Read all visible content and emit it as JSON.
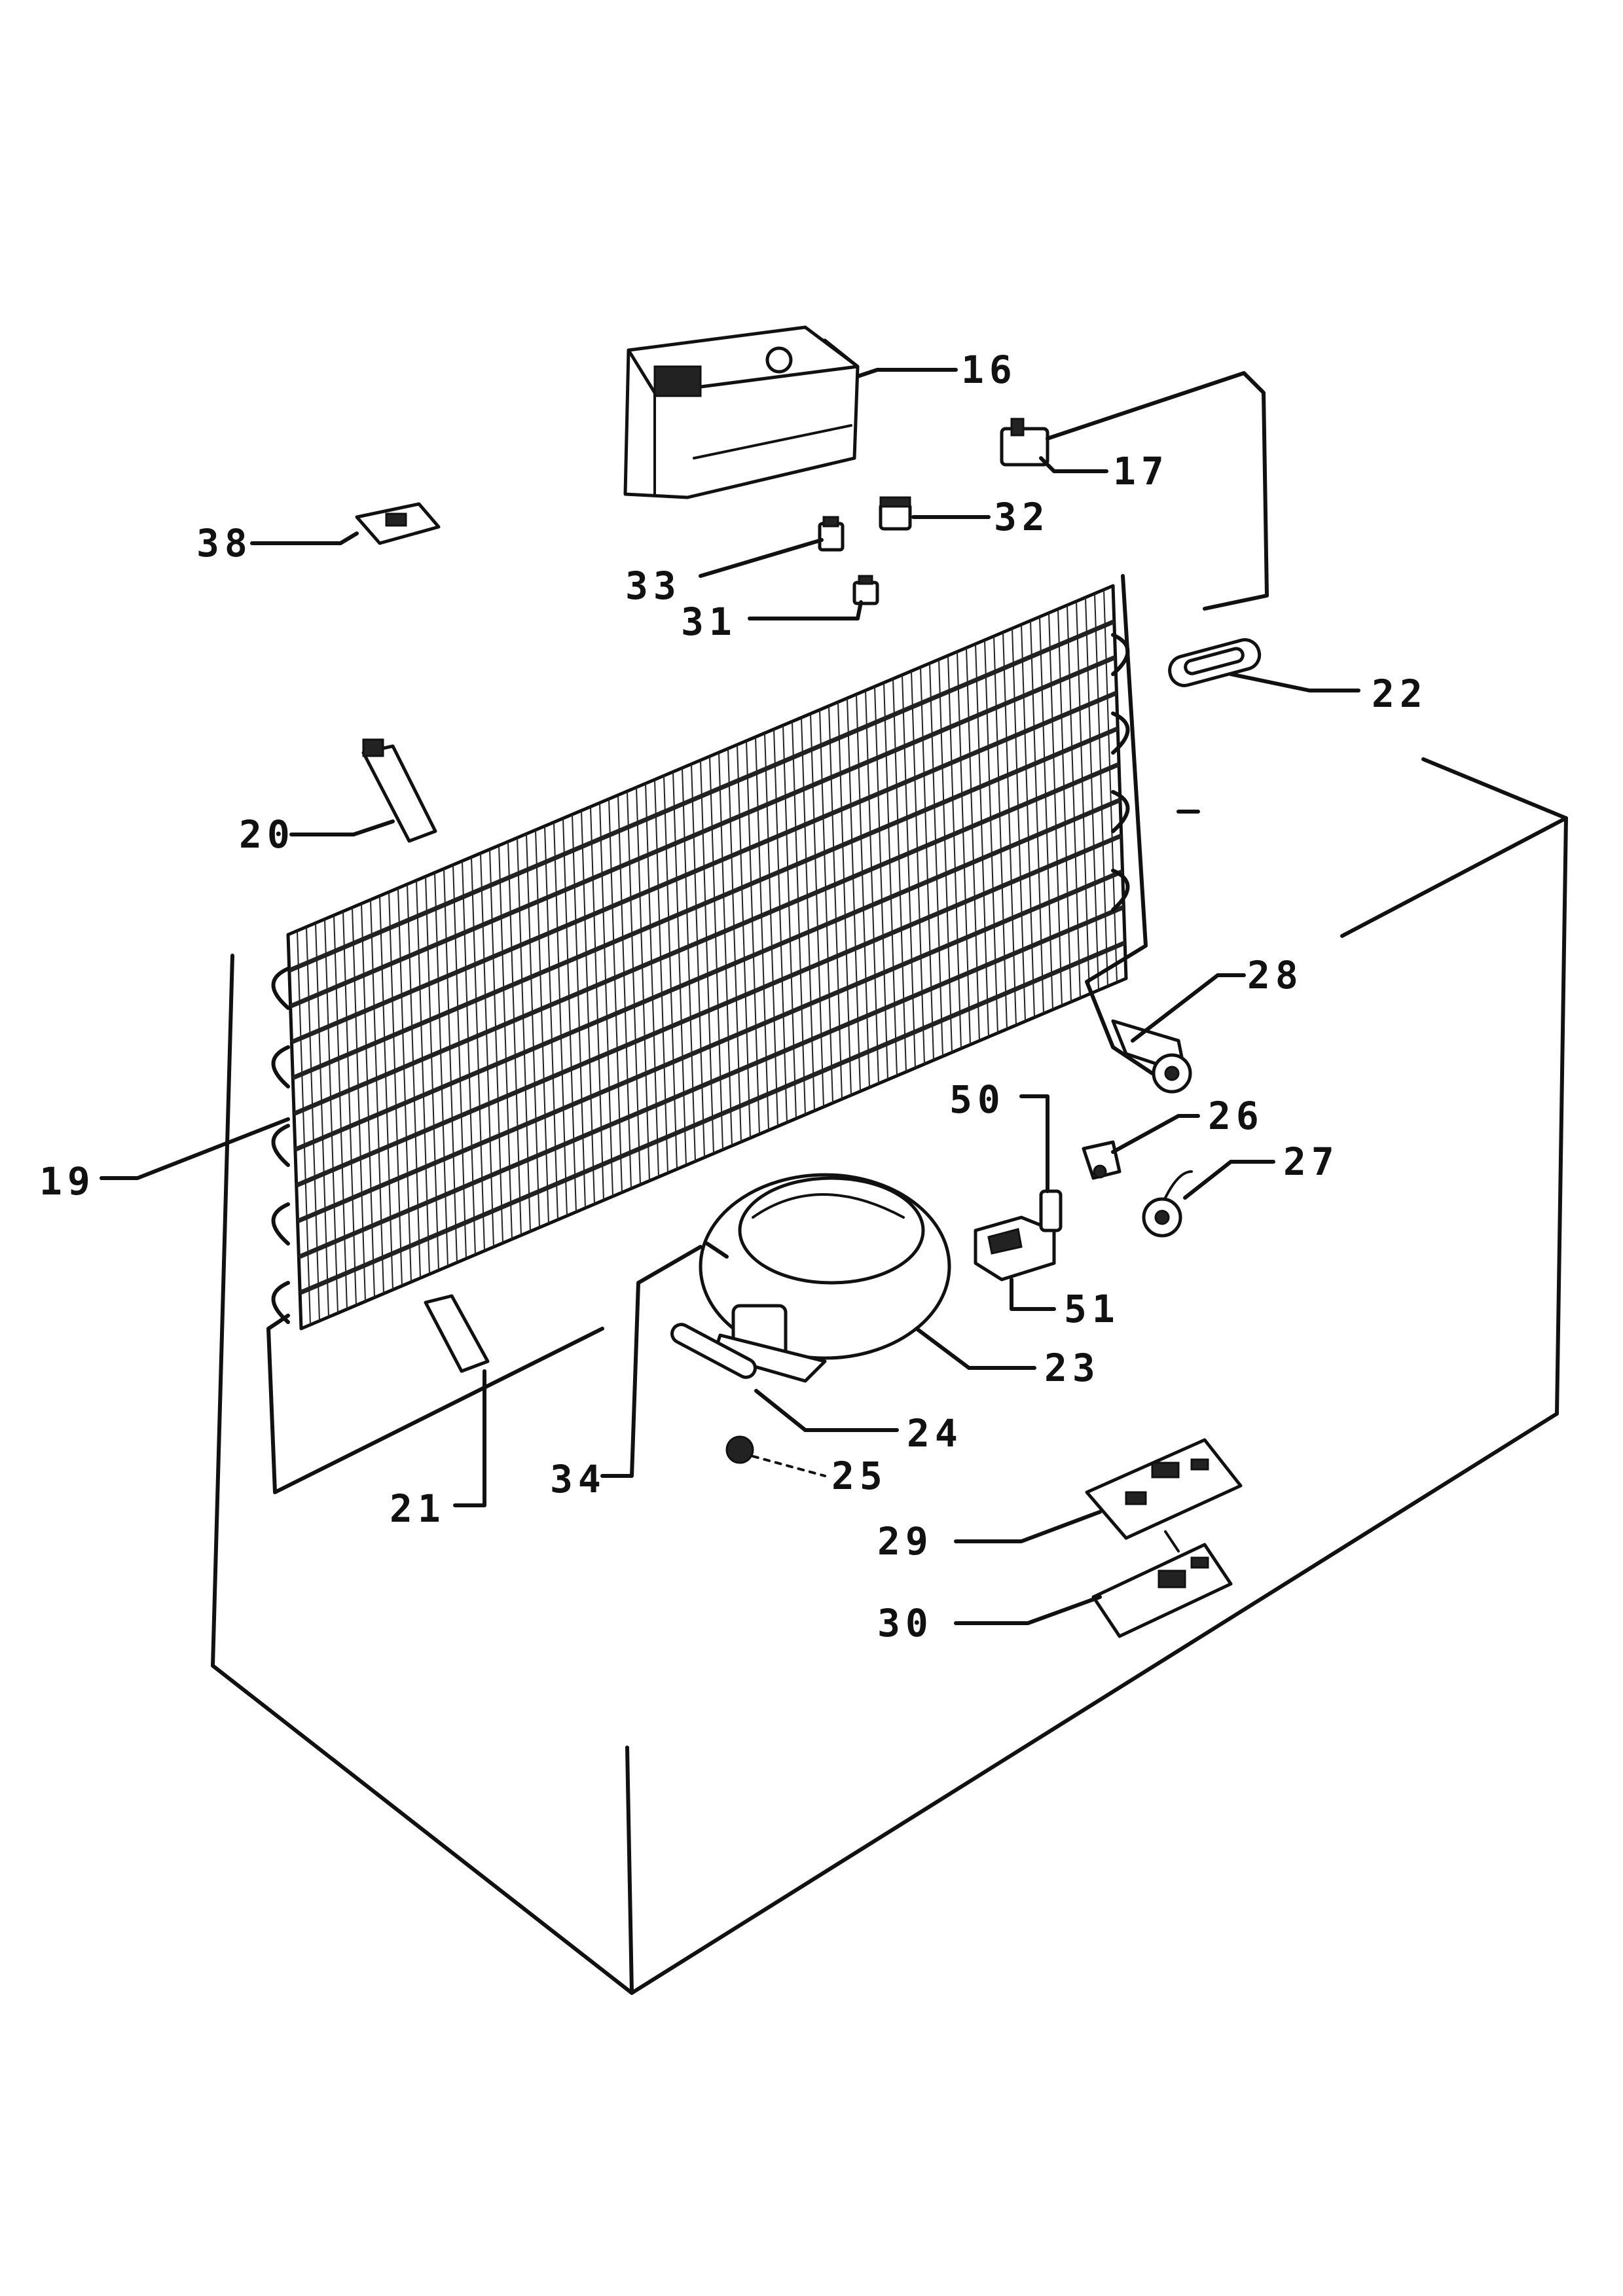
{
  "diagram": {
    "part_numbers": [
      "16",
      "17",
      "32",
      "38",
      "33",
      "31",
      "22",
      "20",
      "28",
      "19",
      "50",
      "26",
      "27",
      "51",
      "23",
      "24",
      "34",
      "25",
      "21",
      "29",
      "30"
    ]
  }
}
